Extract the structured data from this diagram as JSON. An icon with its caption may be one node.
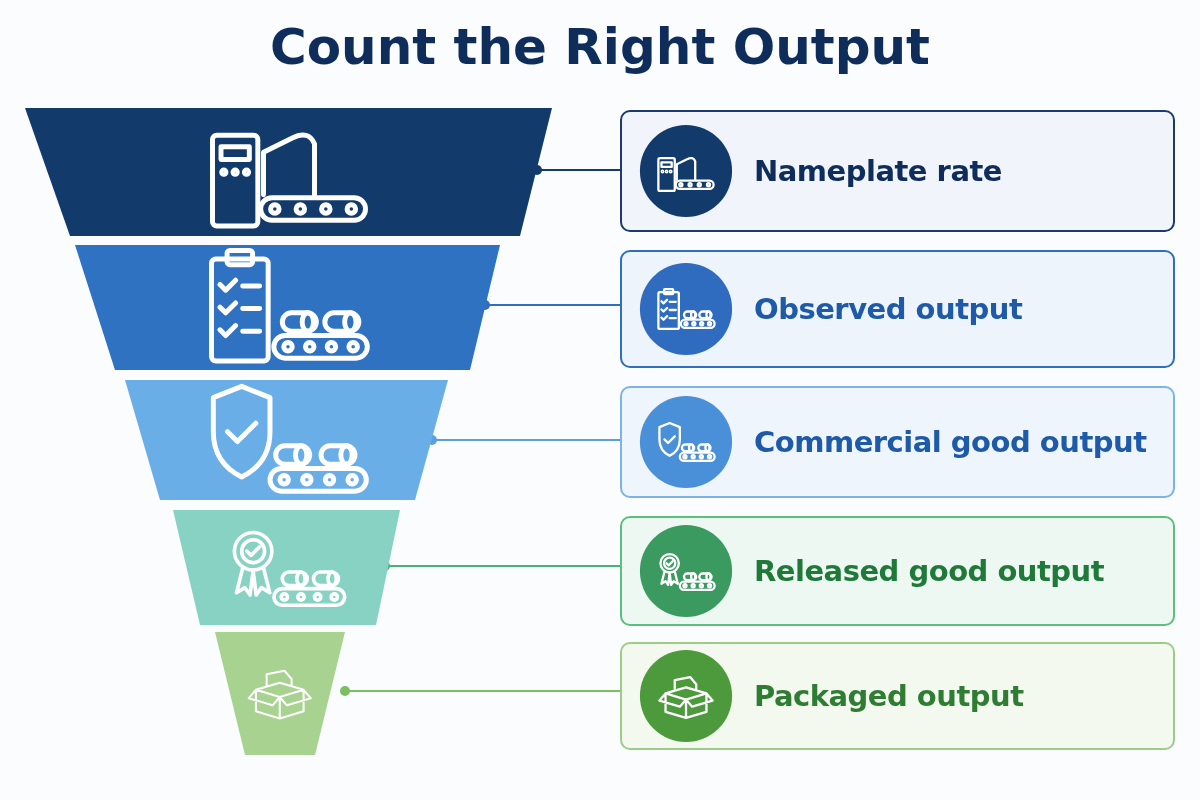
{
  "diagram": {
    "title": "Count the Right Output",
    "nodes": [
      {
        "text": [],
        "shape": "trapezoid"
      },
      {
        "text": [],
        "shape": "trapezoid"
      },
      {
        "text": [],
        "shape": "trapezoid"
      },
      {
        "text": [],
        "shape": "trapezoid"
      },
      {
        "text": [],
        "shape": "trapezoid"
      },
      {
        "text": [
          "Nameplate rate"
        ]
      },
      {
        "text": [
          "Observed output"
        ]
      },
      {
        "text": [
          "Commercial good output"
        ]
      },
      {
        "text": [
          "Released good output"
        ]
      },
      {
        "text": [
          "Packaged output"
        ]
      }
    ],
    "edges": [
      {
        "from": 0,
        "to": 5,
        "arrow": "other",
        "color": "#123a6b"
      },
      {
        "from": 1,
        "to": 6,
        "arrow": "other",
        "color": "#2f6fc0"
      },
      {
        "from": 2,
        "to": 7,
        "arrow": "other",
        "color": "#5a9fe0"
      },
      {
        "from": 3,
        "to": 8,
        "arrow": "other",
        "color": "#4bb07a"
      },
      {
        "from": 4,
        "to": 9,
        "arrow": "other",
        "color": "#7cbf62"
      }
    ]
  }
}
